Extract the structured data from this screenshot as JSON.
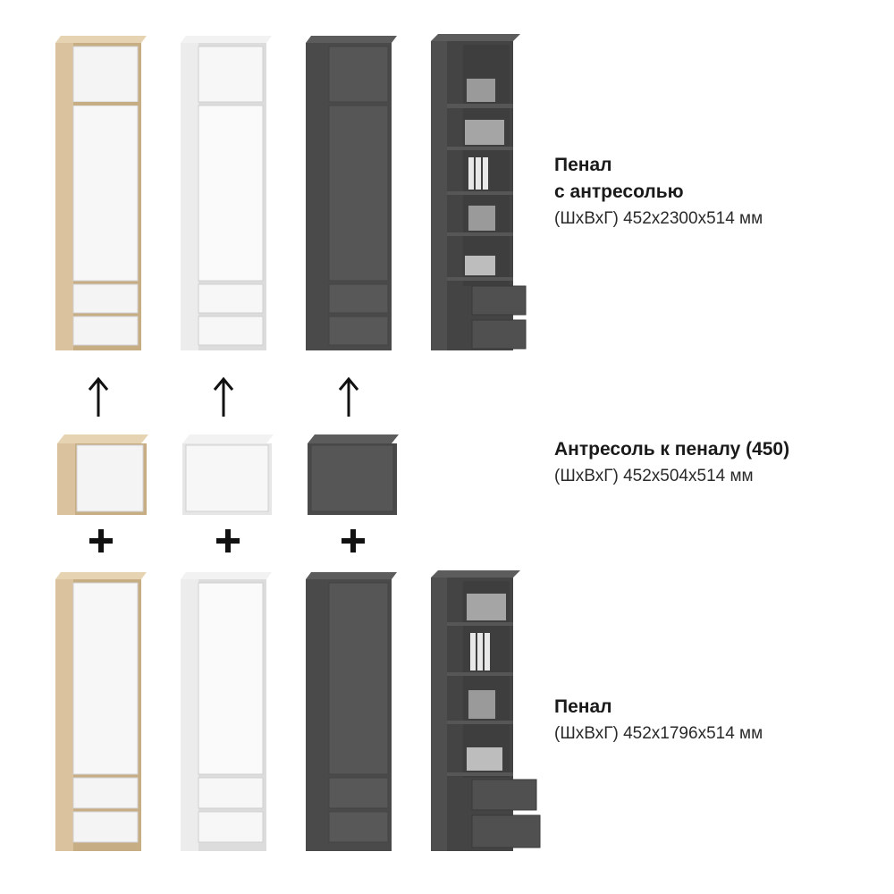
{
  "sections": {
    "tall": {
      "title_line1": "Пенал",
      "title_line2": "с антресолью",
      "dims": "(ШхВхГ) 452х2300х514 мм"
    },
    "top": {
      "title": "Антресоль к пеналу (450)",
      "dims": "(ШхВхГ) 452х504х514 мм"
    },
    "base": {
      "title": "Пенал",
      "dims": "(ШхВхГ) 452х1796х514 мм"
    }
  },
  "finishes": [
    {
      "name": "sonoma-oak-white-gloss",
      "body": "#d9c29d",
      "body_side": "#c7ad84",
      "front": "#f4f4f4"
    },
    {
      "name": "white",
      "body": "#ececec",
      "body_side": "#d9d9d9",
      "front": "#f7f7f7"
    },
    {
      "name": "graphite",
      "body": "#505050",
      "body_side": "#3f3f3f",
      "front": "#5a5a5a"
    }
  ],
  "colors": {
    "open_shelf_body": "#555555",
    "open_shelf_inner": "#444444",
    "box": "#9a9a9a"
  },
  "operators": {
    "arrow": "↑",
    "plus": "+"
  }
}
